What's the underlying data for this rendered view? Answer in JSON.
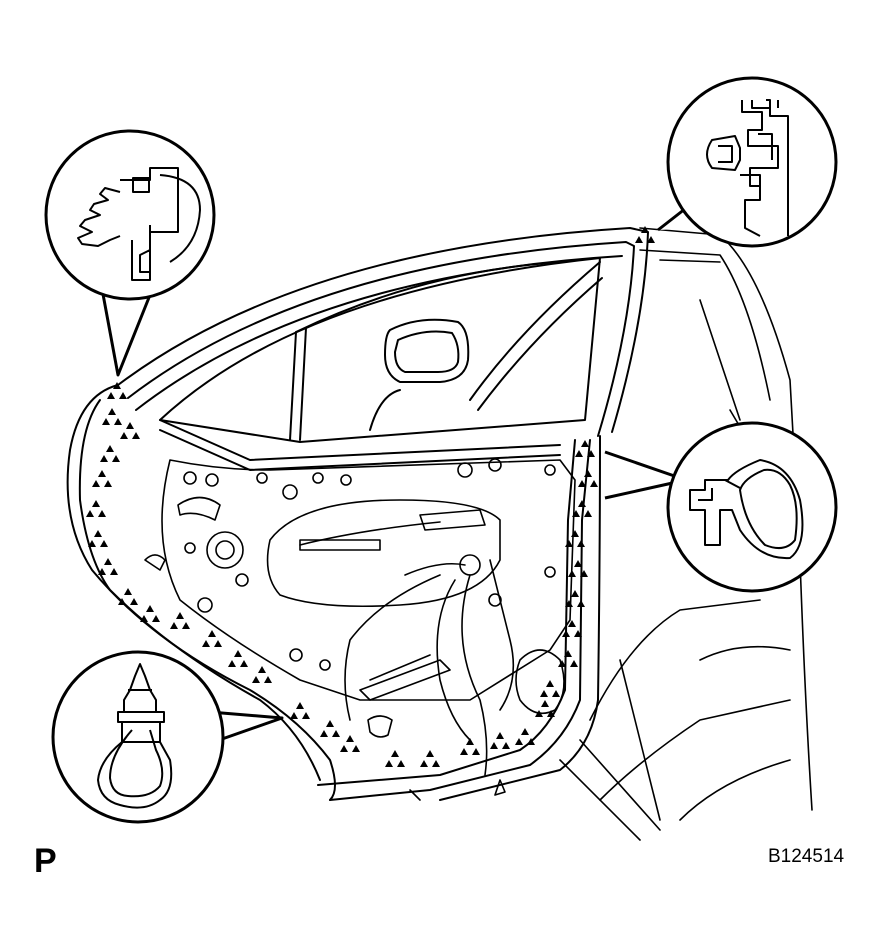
{
  "figure": {
    "corner_mark": "P",
    "figure_code": "B124514",
    "line_color": "#000000",
    "background_color": "#ffffff",
    "clip_marker_shape": "triangle-cluster",
    "callouts": [
      {
        "name": "callout-upper-left",
        "shows": "push-type-clip-detail-icon"
      },
      {
        "name": "callout-upper-right",
        "shows": "edge-clip-detail-icon"
      },
      {
        "name": "callout-right",
        "shows": "weatherstrip-clip-detail-icon"
      },
      {
        "name": "callout-lower-left",
        "shows": "retainer-clip-detail-icon"
      }
    ]
  }
}
